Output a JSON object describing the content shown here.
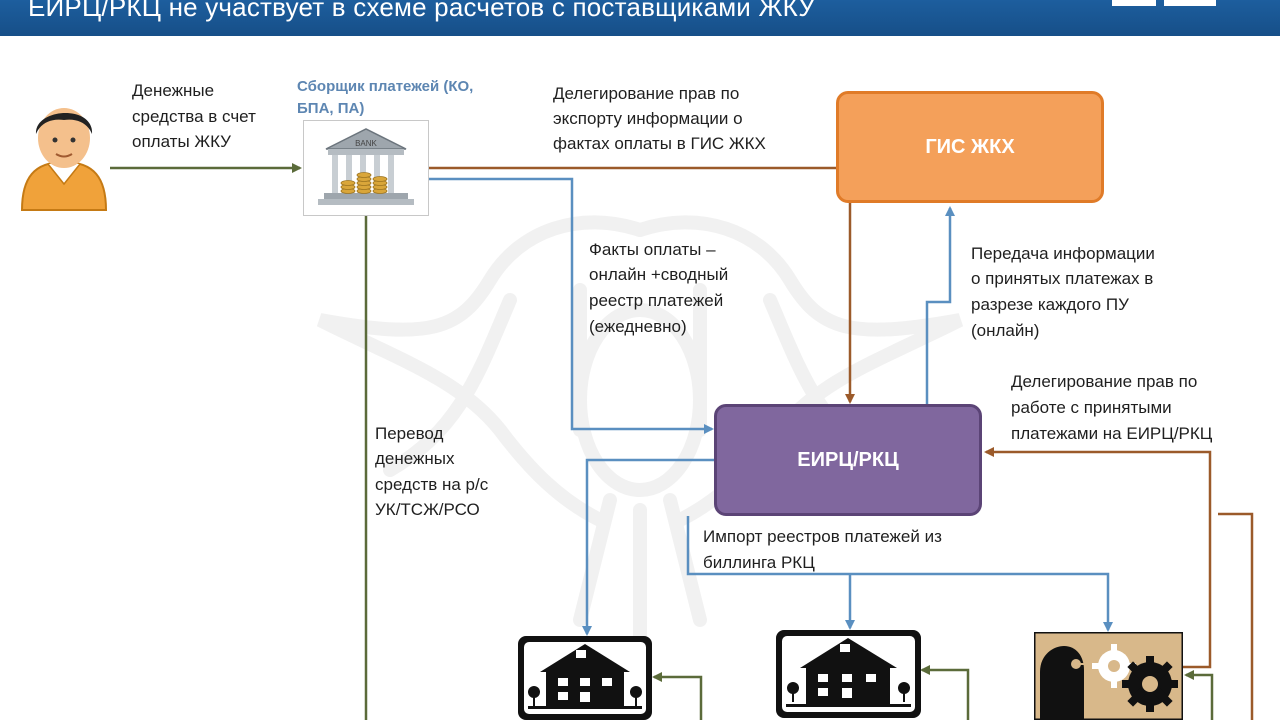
{
  "slide": {
    "title": "ЕИРЦ/РКЦ  не участвует в схеме расчетов с поставщиками ЖКУ"
  },
  "labels": {
    "money_line1": "Денежные",
    "money_line2": "средства в счет",
    "money_line3": "оплаты ЖКУ",
    "collector_line1": "Сборщик платежей (КО,",
    "collector_line2": "БПА, ПА)",
    "delegation_export_line1": "Делегирование прав по",
    "delegation_export_line2": "экспорту информации о",
    "delegation_export_line3": "фактах оплаты в ГИС ЖКХ",
    "facts_line1": "Факты оплаты –",
    "facts_line2": "онлайн +сводный",
    "facts_line3": "реестр платежей",
    "facts_line4": "(ежедневно)",
    "transfer_info_line1": "Передача информации",
    "transfer_info_line2": "о принятых платежах в",
    "transfer_info_line3": "разрезе каждого ПУ",
    "transfer_info_line4": "(онлайн)",
    "delegation_work_line1": "Делегирование прав по",
    "delegation_work_line2": "работе с принятыми",
    "delegation_work_line3": "платежами на ЕИРЦ/РКЦ",
    "funds_line1": "Перевод",
    "funds_line2": "денежных",
    "funds_line3": "средств на р/с",
    "funds_line4": "УК/ТСЖ/РСО",
    "import_line1": "Импорт реестров платежей из",
    "import_line2": "биллинга РКЦ"
  },
  "boxes": {
    "gis": "ГИС ЖКХ",
    "eirc": "ЕИРЦ/РКЦ"
  },
  "icons": {
    "payer": "person-icon",
    "bank": "bank-icon",
    "bank_sign": "BANK",
    "house1": "house-icon",
    "house2": "house-icon",
    "provider": "gears-icon"
  },
  "colors": {
    "header": "#1d5e9e",
    "gis_fill": "#f4a05a",
    "eirc_fill": "#80679e",
    "arrow_green": "#5b6b3a",
    "arrow_brown": "#9b5a2a",
    "arrow_blue": "#5a8fc0",
    "collector_label": "#5d86b2"
  }
}
